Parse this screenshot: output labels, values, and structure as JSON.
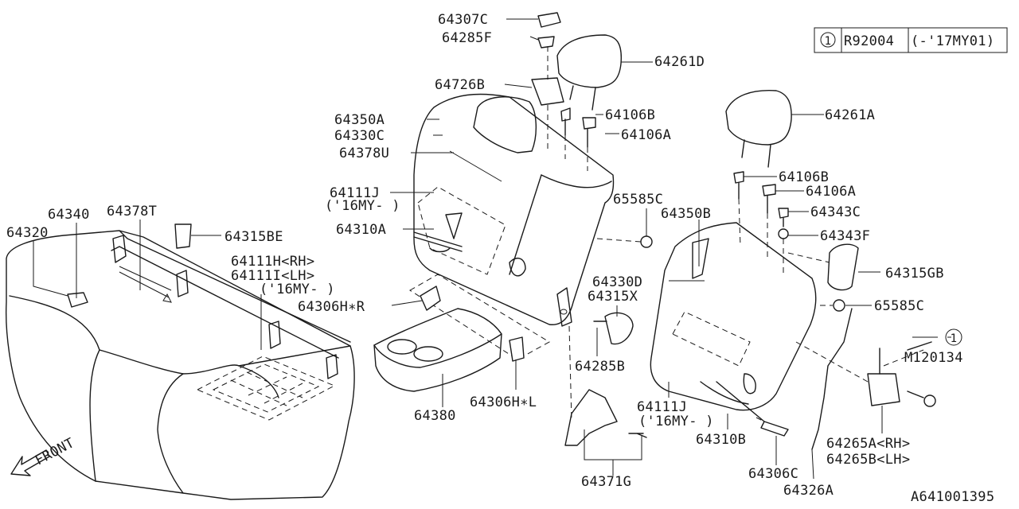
{
  "diagram_id": "A641001395",
  "ref_box": {
    "circle": "1",
    "code": "R92004",
    "range": "(-'17MY01)"
  },
  "front_label": "FRONT",
  "labels": {
    "p64307C": "64307C",
    "p64285F": "64285F",
    "p64261D": "64261D",
    "p64726B": "64726B",
    "p64350A": "64350A",
    "p64106B_1": "64106B",
    "p64330C": "64330C",
    "p64106A_1": "64106A",
    "p64378U": "64378U",
    "p64261A": "64261A",
    "p64106B_2": "64106B",
    "p64111J_1": "64111J",
    "p16MY_1": "('16MY-  )",
    "p65585C_1": "65585C",
    "p64106A_2": "64106A",
    "p64340": "64340",
    "p64378T": "64378T",
    "p64350B": "64350B",
    "p64343C": "64343C",
    "p64320": "64320",
    "p64310A": "64310A",
    "p64315BE": "64315BE",
    "p64343F": "64343F",
    "p64111H": "64111H<RH>",
    "p64111I": "64111I<LH>",
    "p16MY_2": "('16MY-  )",
    "p64315GB": "64315GB",
    "p64330D": "64330D",
    "p64306HR": "64306H∗R",
    "p64315X": "64315X",
    "p65585C_2": "65585C",
    "p1_callout": "1",
    "pM120134": "M120134",
    "p64285B": "64285B",
    "p64380": "64380",
    "p64306HL": "64306H∗L",
    "p64111J_2": "64111J",
    "p16MY_3": "('16MY-  )",
    "p64310B": "64310B",
    "p64265A": "64265A<RH>",
    "p64265B": "64265B<LH>",
    "p64306C": "64306C",
    "p64371G": "64371G",
    "p64326A": "64326A"
  }
}
